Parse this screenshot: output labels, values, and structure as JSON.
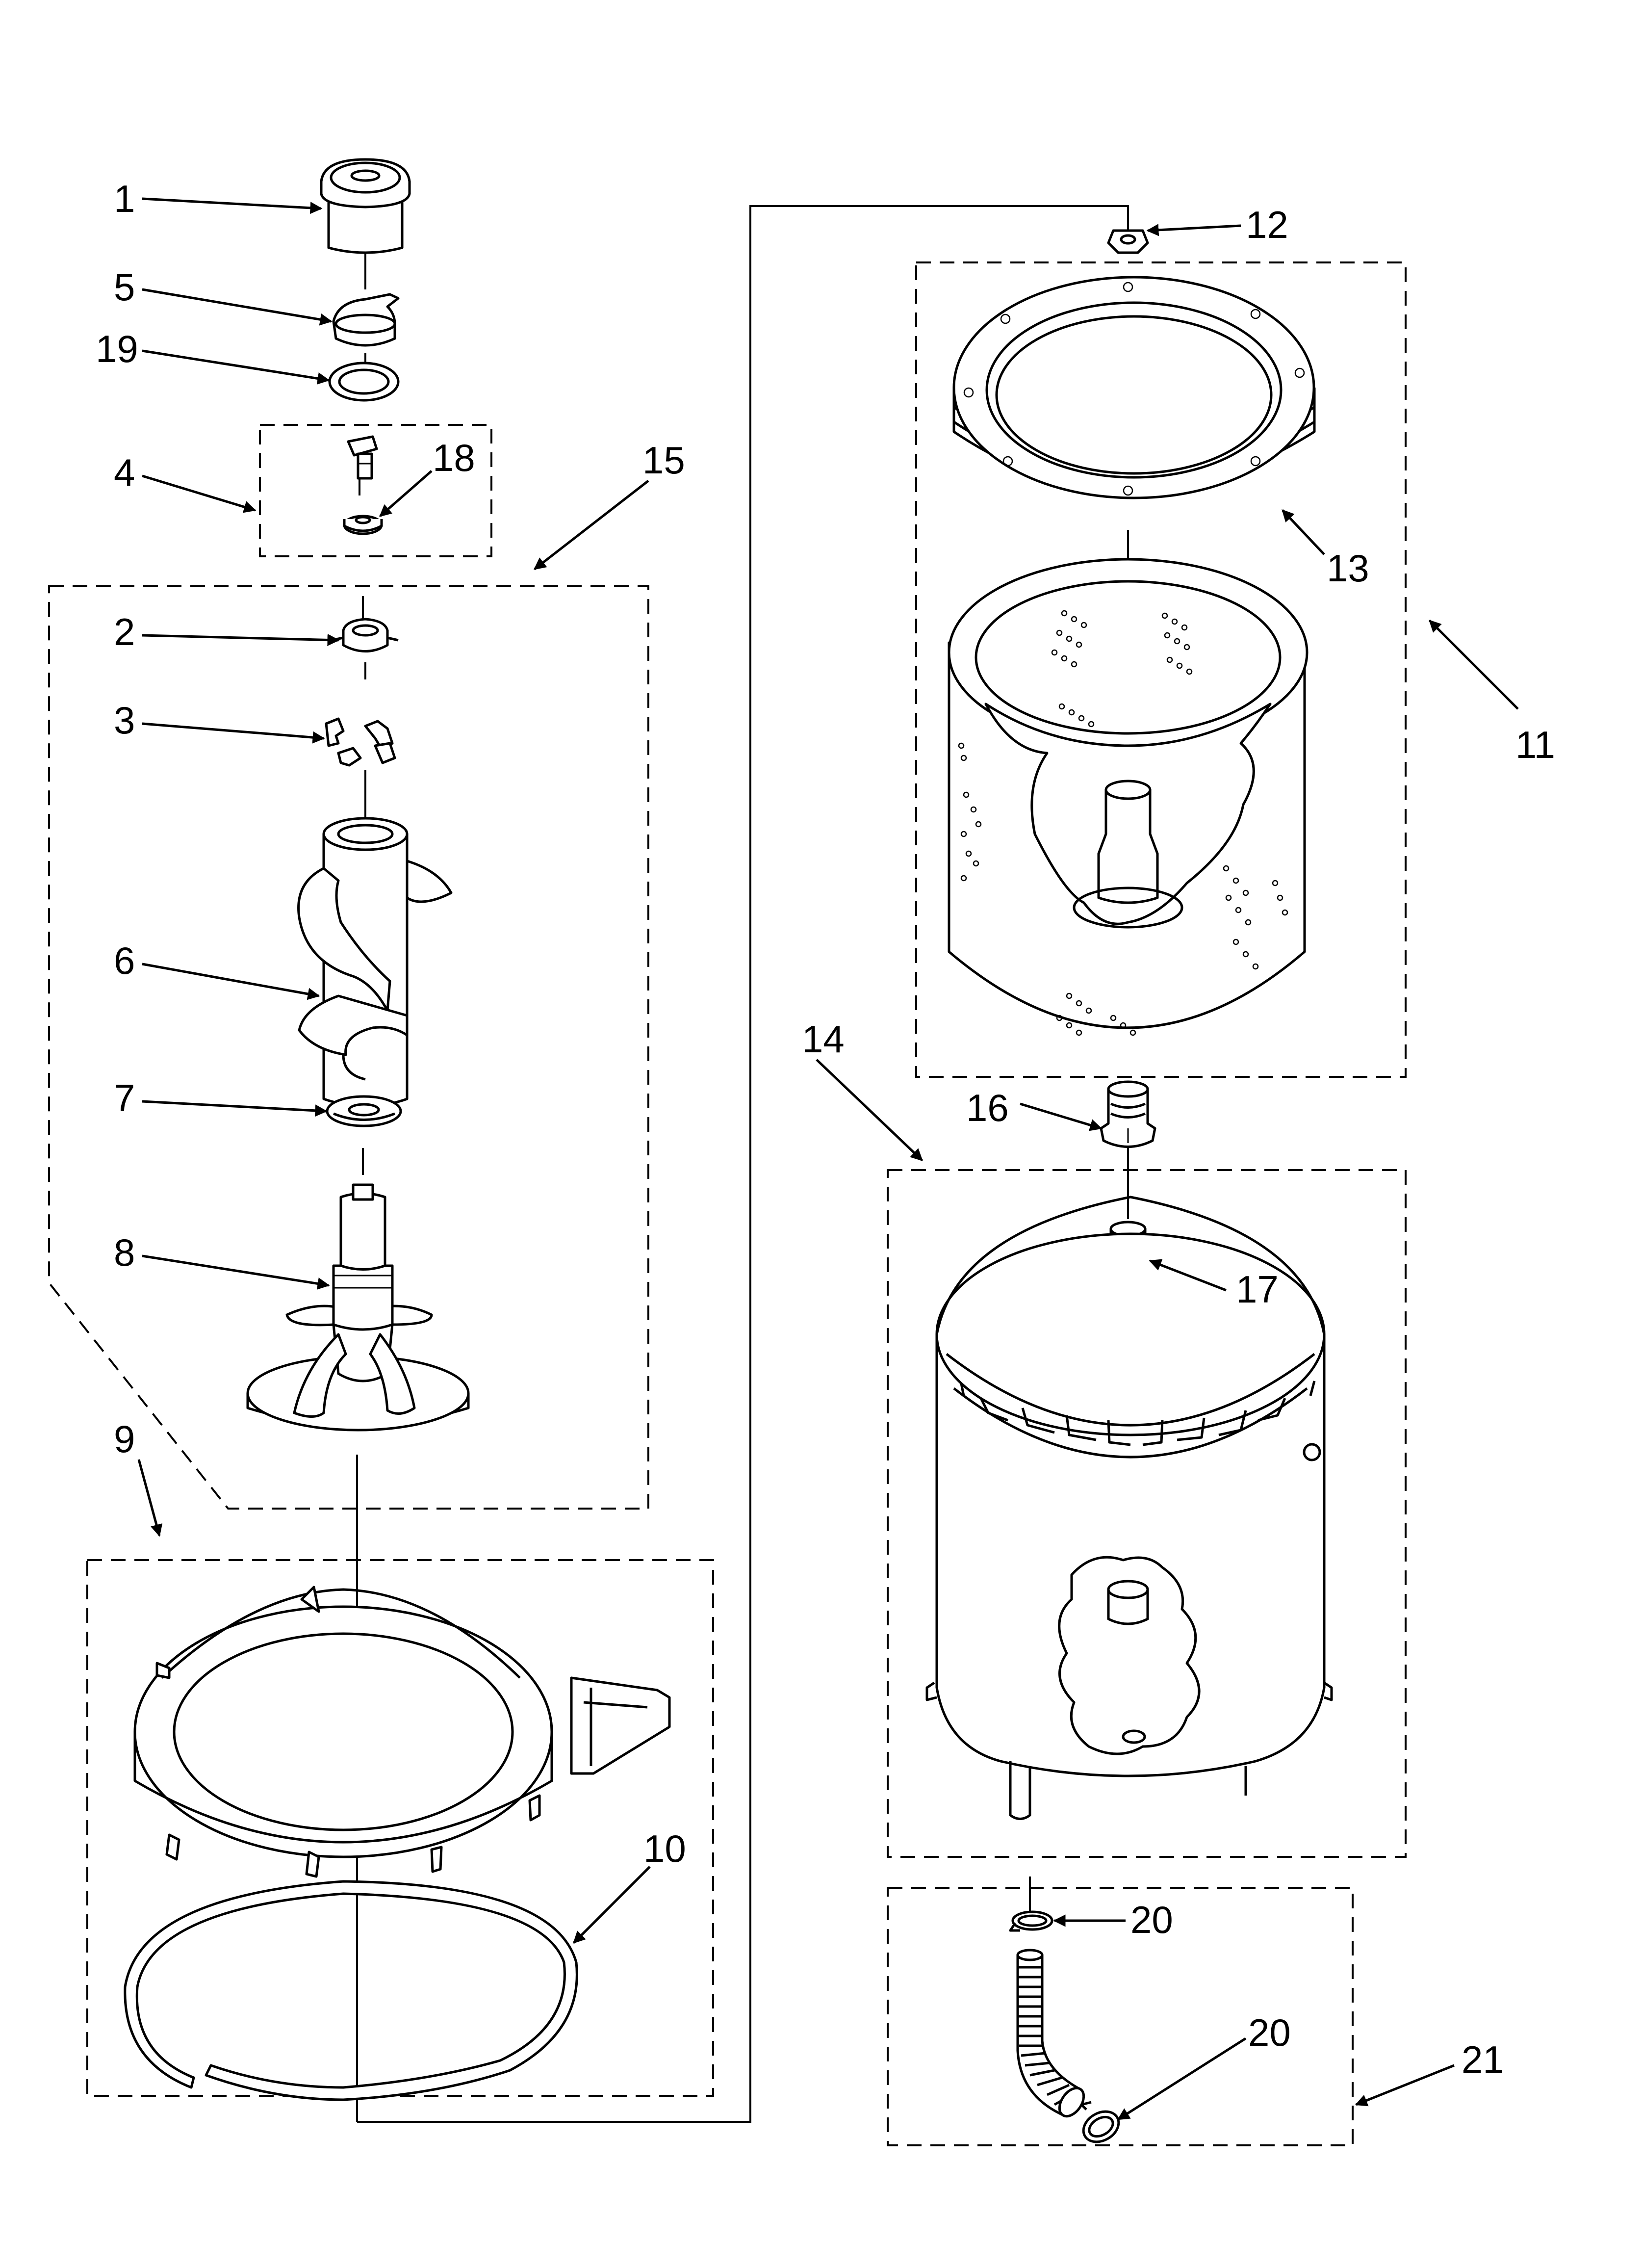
{
  "callouts": {
    "c1": "1",
    "c2": "2",
    "c3": "3",
    "c4": "4",
    "c5": "5",
    "c6": "6",
    "c7": "7",
    "c8": "8",
    "c9": "9",
    "c10": "10",
    "c11": "11",
    "c12": "12",
    "c13": "13",
    "c14": "14",
    "c15": "15",
    "c16": "16",
    "c17": "17",
    "c18": "18",
    "c19": "19",
    "c20a": "20",
    "c20b": "20",
    "c21": "21"
  }
}
